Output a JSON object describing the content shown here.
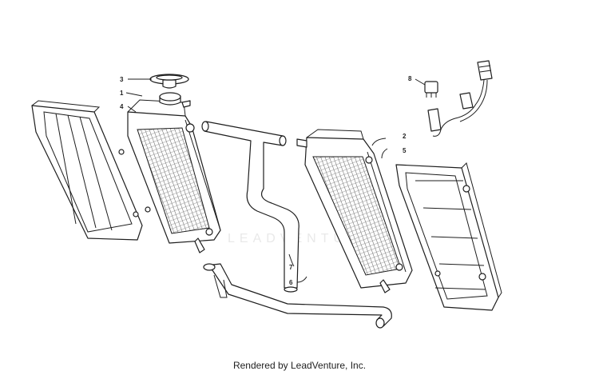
{
  "callouts": {
    "n1": "1",
    "n2": "2",
    "n3": "3",
    "n4": "4",
    "n5": "5",
    "n6": "6",
    "n7": "7",
    "n8": "8"
  },
  "watermark": "LEADVENTURE",
  "footer": "Rendered by LeadVenture, Inc."
}
